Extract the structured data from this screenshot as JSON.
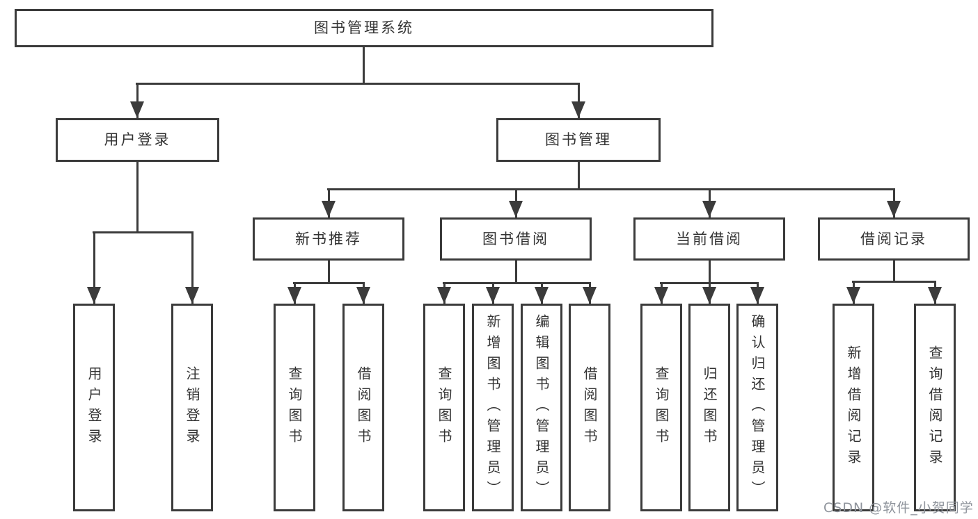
{
  "diagram": {
    "title": "图书管理系统",
    "branches": [
      {
        "label": "用户登录",
        "children": [
          {
            "label": "用户登录"
          },
          {
            "label": "注销登录"
          }
        ]
      },
      {
        "label": "图书管理",
        "children": [
          {
            "label": "新书推荐",
            "children": [
              {
                "label": "查询图书"
              },
              {
                "label": "借阅图书"
              }
            ]
          },
          {
            "label": "图书借阅",
            "children": [
              {
                "label": "查询图书"
              },
              {
                "label": "新增图书（管理员）"
              },
              {
                "label": "编辑图书（管理员）"
              },
              {
                "label": "借阅图书"
              }
            ]
          },
          {
            "label": "当前借阅",
            "children": [
              {
                "label": "查询图书"
              },
              {
                "label": "归还图书"
              },
              {
                "label": "确认归还（管理员）"
              }
            ]
          },
          {
            "label": "借阅记录",
            "children": [
              {
                "label": "新增借阅记录"
              },
              {
                "label": "查询借阅记录"
              }
            ]
          }
        ]
      }
    ]
  },
  "watermark": {
    "text": "CSDN @软件_小贺同学"
  },
  "colors": {
    "line": "#3b3b3b",
    "box_border": "#3b3b3b",
    "text": "#333333",
    "watermark": "#8f949c",
    "background": "#ffffff"
  }
}
